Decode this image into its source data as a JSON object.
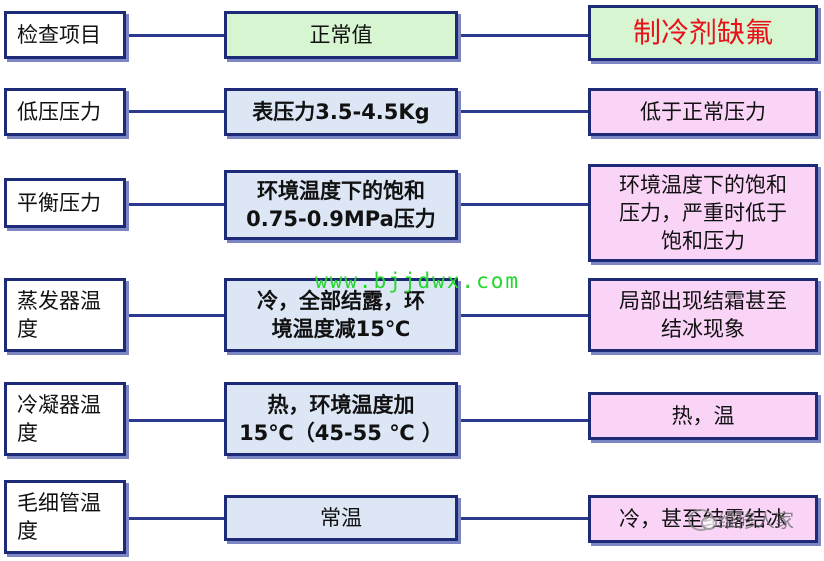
{
  "header": {
    "item": "检查项目",
    "normal": "正常值",
    "fault": "制冷剂缺氟"
  },
  "rows": [
    {
      "item": "低压压力",
      "normal": "表压力3.5-4.5Kg",
      "fault": "低于正常压力"
    },
    {
      "item": "平衡压力",
      "normal": "环境温度下的饱和\n0.75-0.9MPa压力",
      "fault": "环境温度下的饱和\n压力，严重时低于\n饱和压力"
    },
    {
      "item": "蒸发器温\n度",
      "normal": "冷，全部结露，环\n境温度减15℃",
      "fault": "局部出现结霜甚至\n结冰现象"
    },
    {
      "item": "冷凝器温\n度",
      "normal": "热，环境温度加\n15℃（45-55 ℃ ）",
      "fault": "热，温"
    },
    {
      "item": "毛细管温\n度",
      "normal": "常温",
      "fault": "冷，甚至结露结冰"
    }
  ],
  "watermark": "www.bjjdwx.com",
  "brand": "维修人家",
  "colors": {
    "border": "#1d2a78",
    "header_fill": "#d6f5d0",
    "middle_fill": "#dce6f5",
    "right_fill": "#f9d4f7",
    "accent_red": "#e8121a",
    "watermark_green": "#23d82a"
  }
}
